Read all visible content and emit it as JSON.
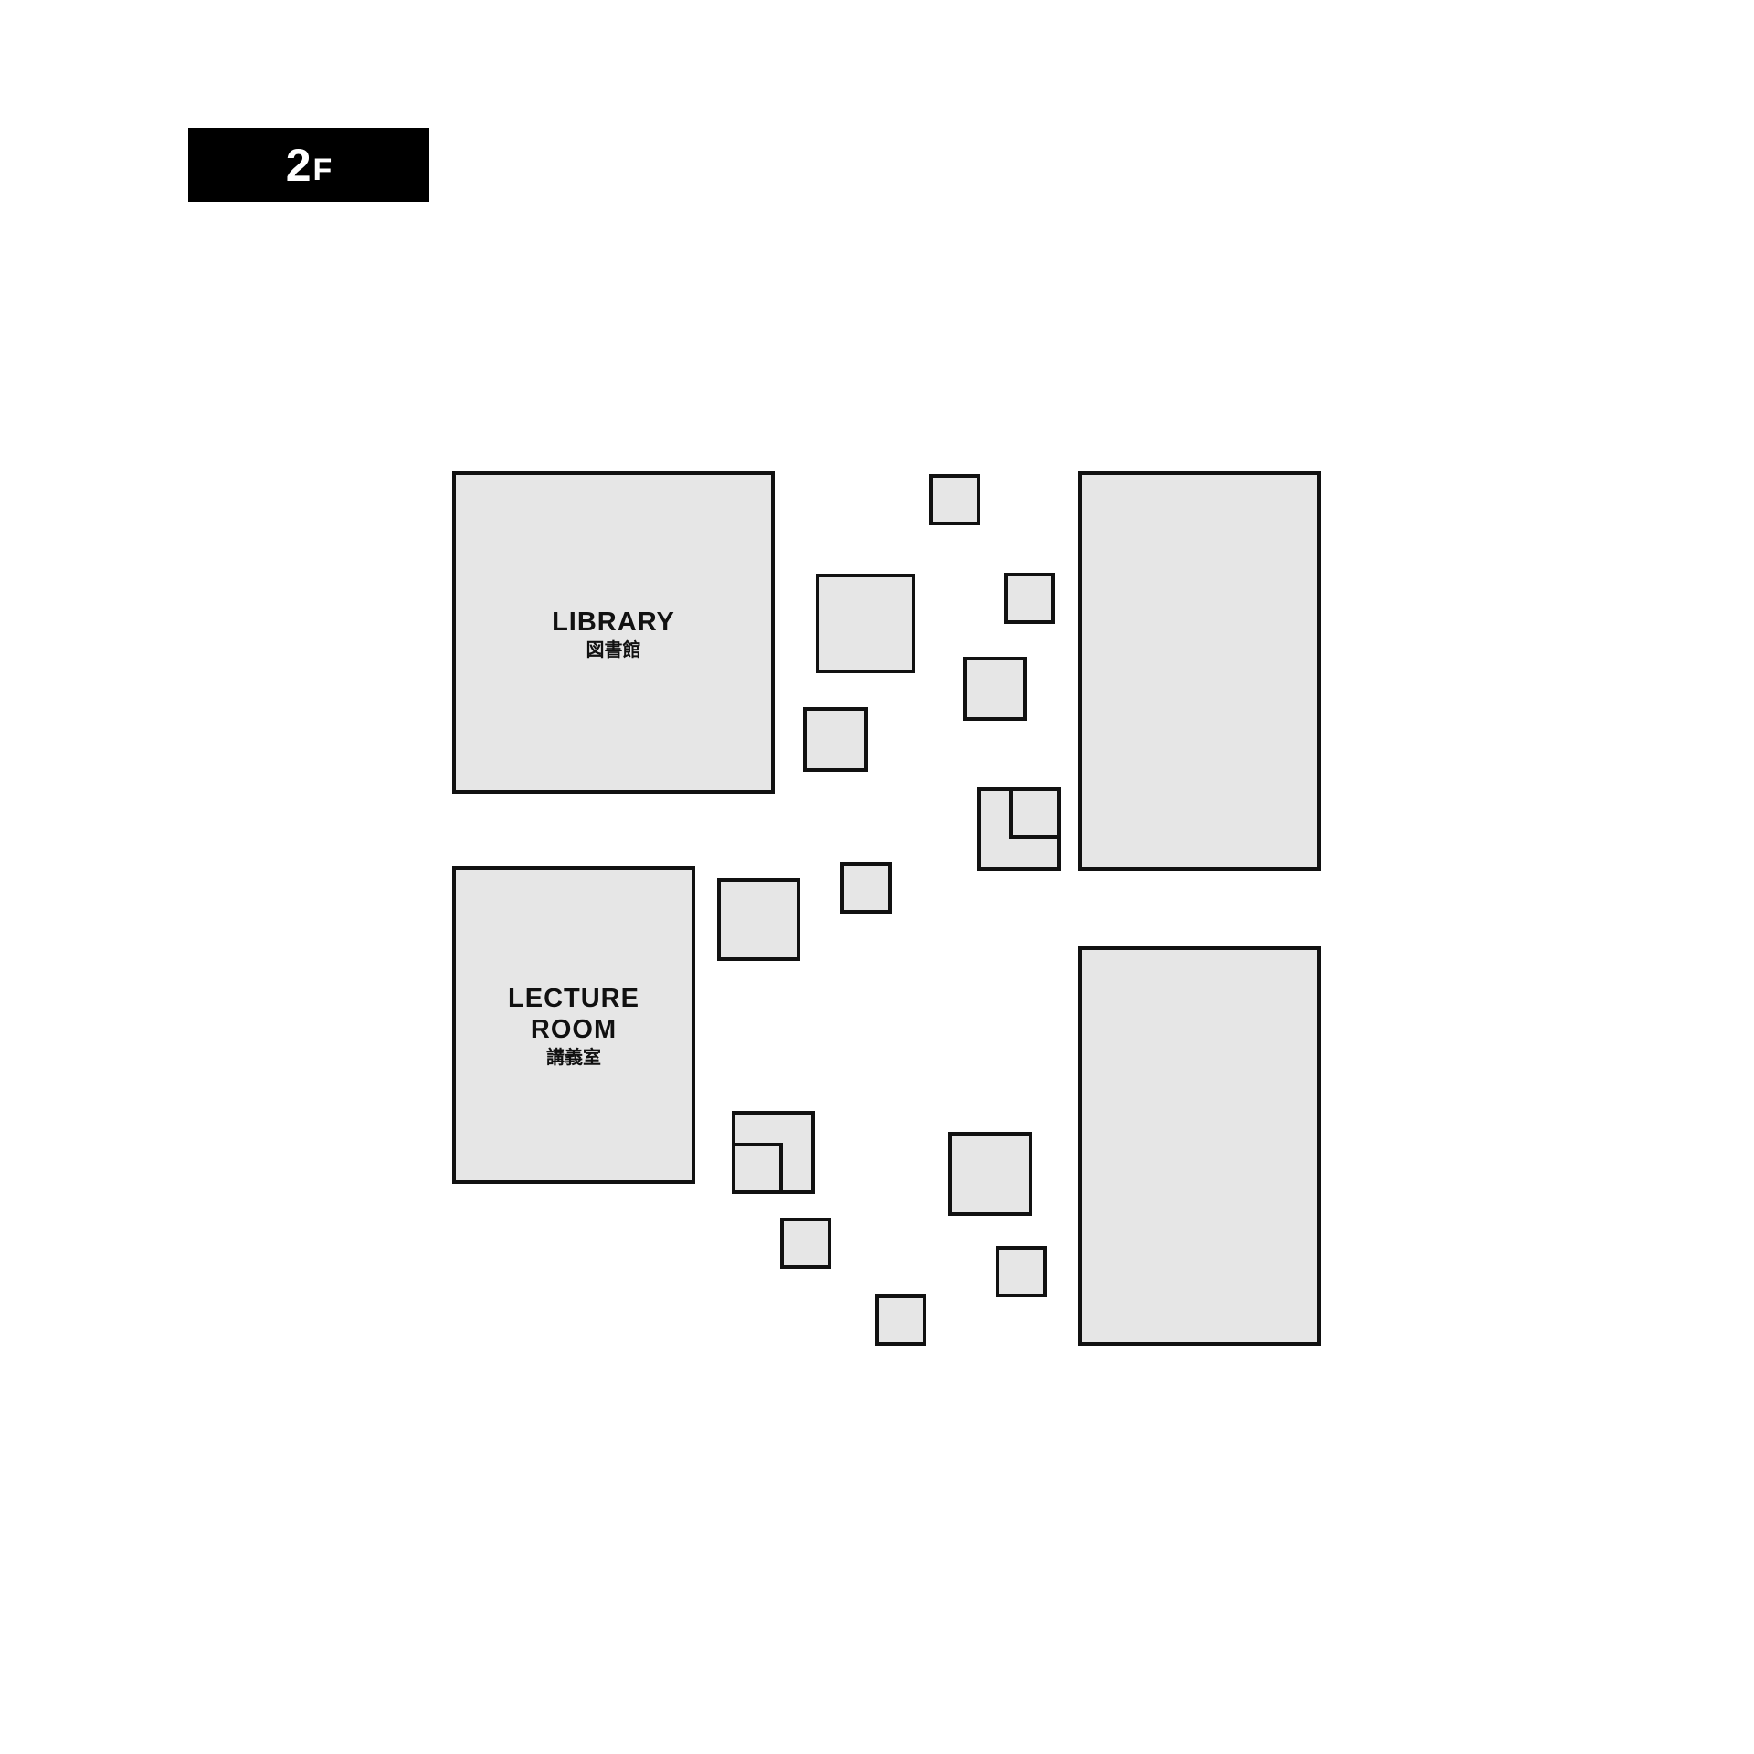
{
  "floor": {
    "number": "2",
    "suffix": "F"
  },
  "rooms": {
    "library": {
      "name_en": "LIBRARY",
      "name_jp": "図書館"
    },
    "lecture": {
      "name_en_line1": "LECTURE",
      "name_en_line2": "ROOM",
      "name_jp": "講義室"
    }
  },
  "colors": {
    "room_fill": "#e6e6e6",
    "stroke": "#111111",
    "badge": "#000000"
  }
}
